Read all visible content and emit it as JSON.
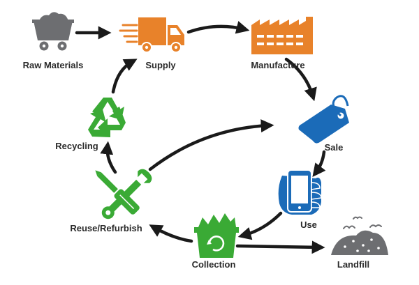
{
  "labels": {
    "raw_materials": "Raw Materials",
    "supply": "Supply",
    "manufacture": "Manufacture",
    "sale": "Sale",
    "use": "Use",
    "landfill": "Landfill",
    "collection": "Collection",
    "reuse_refurbish": "Reuse/Refurbish",
    "recycling": "Recycling"
  },
  "icons": {
    "raw_materials": "mine-cart-icon",
    "supply": "delivery-truck-icon",
    "manufacture": "factory-icon",
    "sale": "price-tag-icon",
    "use": "smartphone-in-hand-icon",
    "landfill": "landfill-pile-with-birds-icon",
    "collection": "collection-bin-icon",
    "reuse_refurbish": "wrench-screwdriver-icon",
    "recycling": "recycle-icon"
  },
  "colors": {
    "raw_materials": "#6d6e71",
    "supply": "#e8822a",
    "manufacture": "#e8822a",
    "sale": "#1b6bb8",
    "use": "#1b6bb8",
    "landfill": "#6d6e71",
    "collection": "#3aaa35",
    "reuse_refurbish": "#3aaa35",
    "recycling": "#3aaa35",
    "arrows": "#1a1a1a"
  }
}
